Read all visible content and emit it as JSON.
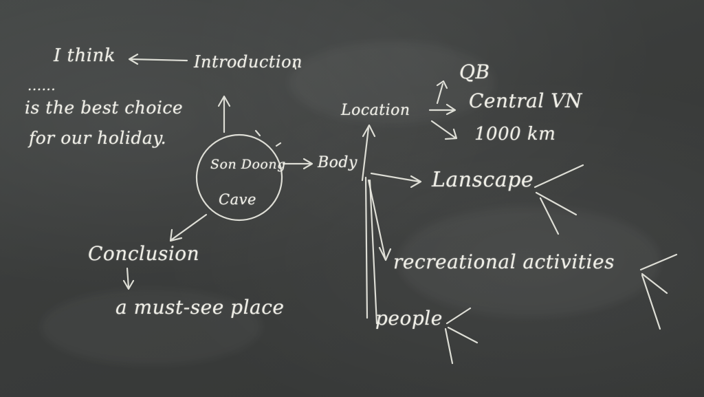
{
  "board": {
    "intro": "Introduction",
    "i_think": "I think",
    "dots": "......",
    "best_choice_1": "is the best choice",
    "best_choice_2": "for our holiday.",
    "center_1": "Son Doong",
    "center_2": "Cave",
    "body": "Body",
    "location": "Location",
    "qb": "QB",
    "central_vn": "Central VN",
    "distance": "1000 km",
    "landscape": "Lanscape",
    "recreational": "recreational activities",
    "people": "people",
    "conclusion": "Conclusion",
    "must_see": "a must-see place"
  }
}
